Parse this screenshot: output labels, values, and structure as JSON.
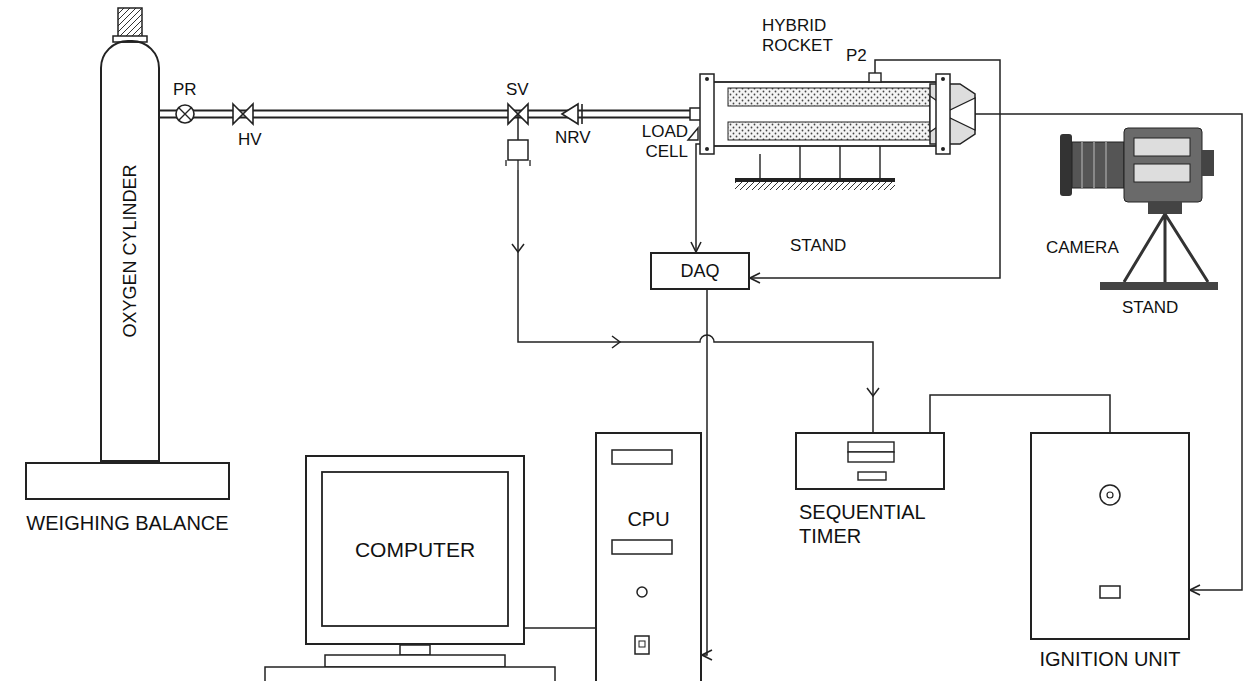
{
  "diagram": {
    "nodes": [
      {
        "text": [
          "OXYGEN CYLINDER"
        ]
      },
      {
        "text": [
          "WEIGHING BALANCE"
        ]
      },
      {
        "text": [
          "HYBRID ROCKET"
        ]
      },
      {
        "text": [
          "DAQ"
        ]
      },
      {
        "text": [
          "COMPUTER"
        ]
      },
      {
        "text": [
          "CPU"
        ]
      },
      {
        "text": [
          "SEQUENTIAL TIMER"
        ]
      },
      {
        "text": [
          "IGNITION UNIT"
        ]
      }
    ],
    "edges": [
      {
        "from": 0,
        "to": 2,
        "arrow": "none"
      },
      {
        "from": 2,
        "to": 3,
        "arrow": "to"
      },
      {
        "from": 2,
        "to": 3,
        "arrow": "to"
      },
      {
        "from": 3,
        "to": 5,
        "arrow": "to"
      },
      {
        "from": 4,
        "to": 5,
        "arrow": "none"
      },
      {
        "from": 6,
        "to": 7,
        "arrow": "none"
      },
      {
        "from": 2,
        "to": 7,
        "arrow": "to"
      }
    ],
    "labels": [
      "PR",
      "HV",
      "SV",
      "NRV",
      "LOAD CELL",
      "P2",
      "STAND",
      "CAMERA",
      "STAND"
    ]
  }
}
